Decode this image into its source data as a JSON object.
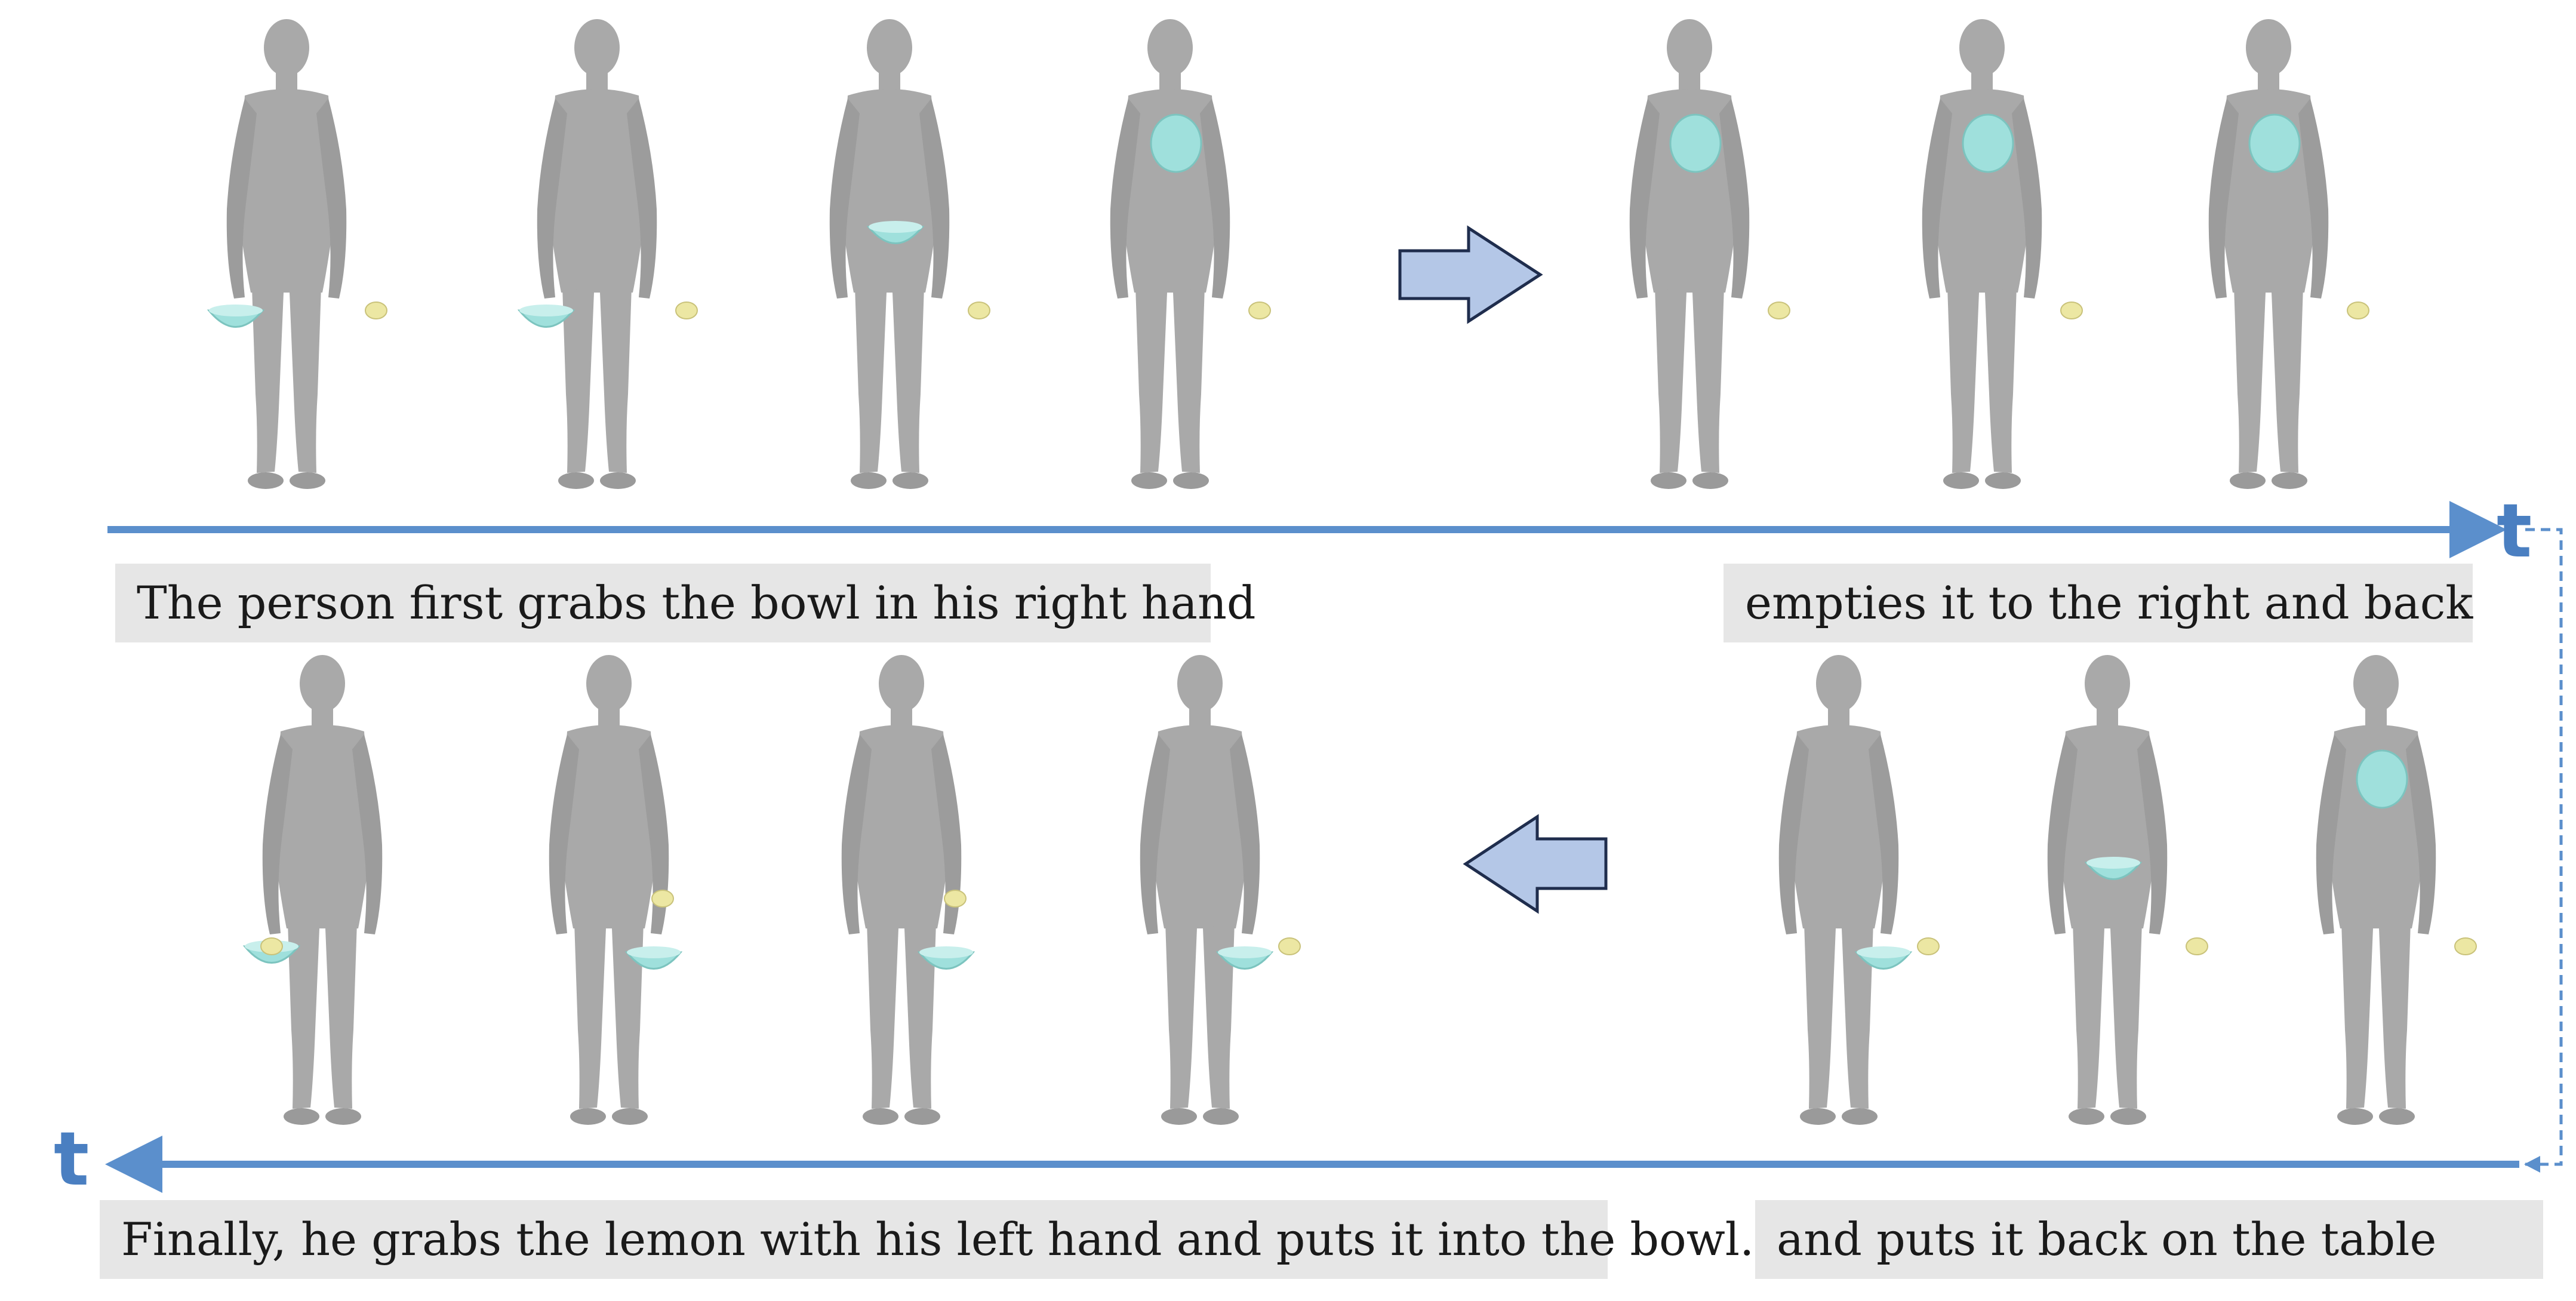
{
  "captions": {
    "top_left": "The person first grabs the bowl in his right hand",
    "top_right": "empties it to the right and back",
    "bottom_left": "Finally, he grabs the lemon with his left hand and puts it into the bowl.",
    "bottom_right": "and puts it back on the table"
  },
  "time_label_top": "t",
  "time_label_bottom": "t",
  "colors": {
    "timeline": "#5b8fcc",
    "arrow_fill": "#b4c7e7",
    "arrow_stroke": "#1f2d4d",
    "body": "#a9a9a9",
    "bowl": "#9fe0dc",
    "lemon": "#ece7a3",
    "caption_bg": "#e6e6e6"
  },
  "frames_top": [
    {
      "bowl": "hip-left",
      "lemon": "right"
    },
    {
      "bowl": "hip-left",
      "lemon": "right"
    },
    {
      "bowl": "waist",
      "lemon": "right"
    },
    {
      "bowl": "chest",
      "lemon": "right"
    },
    {
      "bowl": "chest",
      "lemon": "right"
    },
    {
      "bowl": "chest",
      "lemon": "right"
    },
    {
      "bowl": "chest",
      "lemon": "right"
    }
  ],
  "frames_bottom": [
    {
      "bowl": "hip-left",
      "lemon": "in-bowl"
    },
    {
      "bowl": "hip-right",
      "lemon": "hand"
    },
    {
      "bowl": "hip-right",
      "lemon": "hand"
    },
    {
      "bowl": "hip-right",
      "lemon": "right"
    },
    {
      "bowl": "hip-right",
      "lemon": "right"
    },
    {
      "bowl": "waist",
      "lemon": "right"
    },
    {
      "bowl": "chest",
      "lemon": "right"
    }
  ]
}
